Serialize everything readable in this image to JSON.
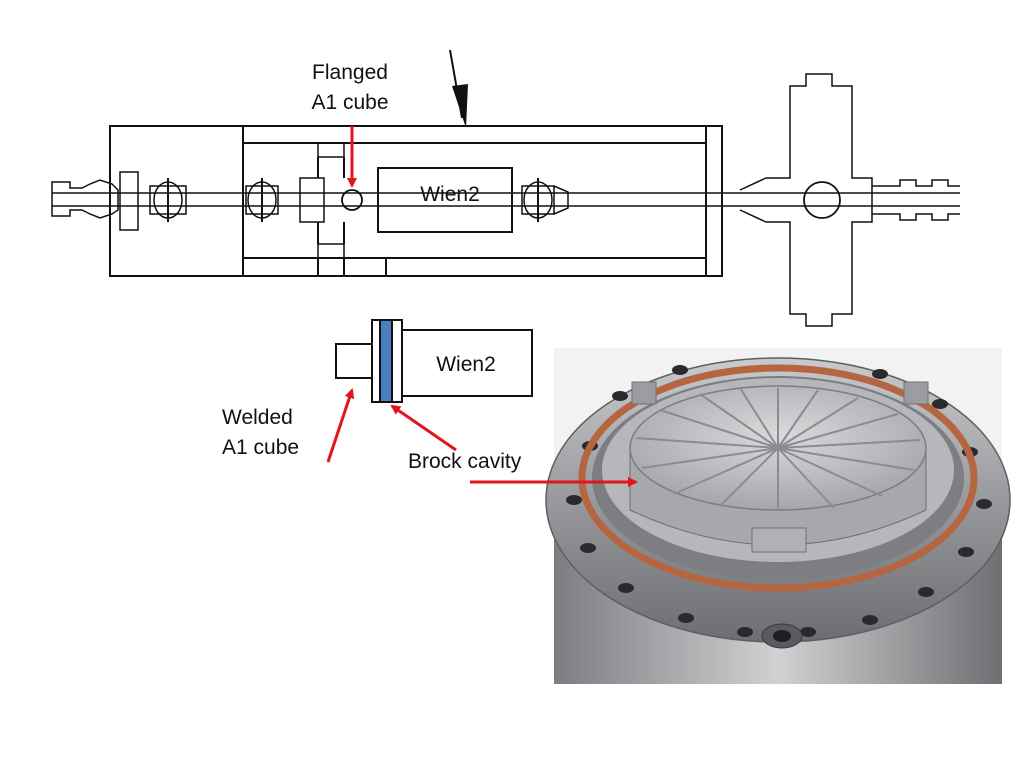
{
  "labels": {
    "flanged_line1": "Flanged",
    "flanged_line2": "A1 cube",
    "wien2_top": "Wien2",
    "wien2_mid": "Wien2",
    "welded_line1": "Welded",
    "welded_line2": "A1 cube",
    "brock": "Brock cavity"
  },
  "colors": {
    "line": "#111111",
    "arrow": "#e0161e",
    "cavity_band": "#4a7ebf",
    "photo_steel": "#9a9b9d",
    "copper_gasket": "#b5653f"
  }
}
